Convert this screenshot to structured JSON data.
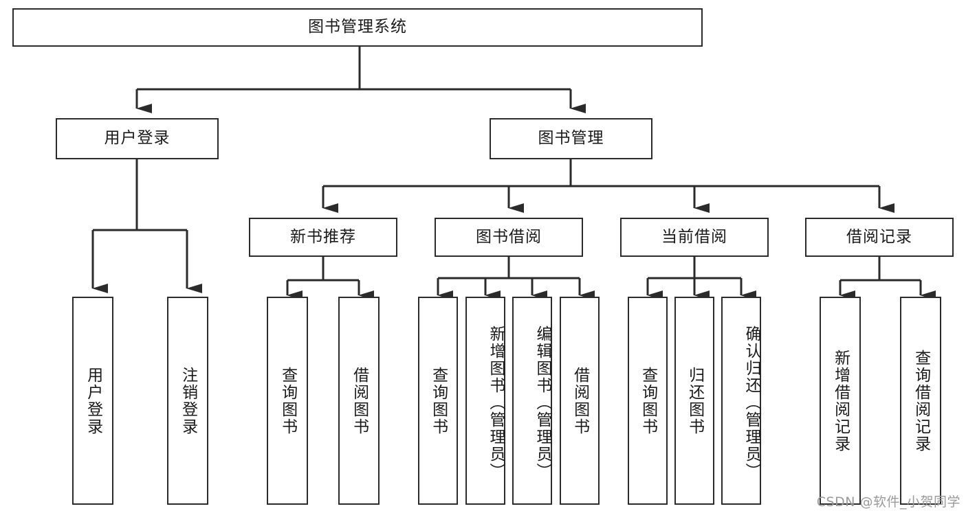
{
  "diagram": {
    "title": "图书管理系统",
    "type": "hierarchy-tree",
    "root": {
      "id": "root",
      "label": "图书管理系统"
    },
    "level2": [
      {
        "id": "user-login",
        "label": "用户登录"
      },
      {
        "id": "book-manage",
        "label": "图书管理"
      }
    ],
    "level3": [
      {
        "id": "new-book-recommend",
        "label": "新书推荐",
        "parent": "book-manage"
      },
      {
        "id": "book-borrow",
        "label": "图书借阅",
        "parent": "book-manage"
      },
      {
        "id": "current-borrow",
        "label": "当前借阅",
        "parent": "book-manage"
      },
      {
        "id": "borrow-record",
        "label": "借阅记录",
        "parent": "book-manage"
      }
    ],
    "leaves": {
      "user_login": [
        {
          "id": "leaf-user-login",
          "label": "用户登录"
        },
        {
          "id": "leaf-logout",
          "label": "注销登录"
        }
      ],
      "new_book_recommend": [
        {
          "id": "leaf-query-book-1",
          "label": "查询图书"
        },
        {
          "id": "leaf-borrow-book-1",
          "label": "借阅图书"
        }
      ],
      "book_borrow": [
        {
          "id": "leaf-query-book-2",
          "label": "查询图书"
        },
        {
          "id": "leaf-add-book",
          "label": "新增图书（管理员）"
        },
        {
          "id": "leaf-edit-book",
          "label": "编辑图书（管理员）"
        },
        {
          "id": "leaf-borrow-book-2",
          "label": "借阅图书"
        }
      ],
      "current_borrow": [
        {
          "id": "leaf-query-book-3",
          "label": "查询图书"
        },
        {
          "id": "leaf-return-book",
          "label": "归还图书"
        },
        {
          "id": "leaf-confirm-return",
          "label": "确认归还（管理员）"
        }
      ],
      "borrow_record": [
        {
          "id": "leaf-add-record",
          "label": "新增借阅记录"
        },
        {
          "id": "leaf-query-record",
          "label": "查询借阅记录"
        }
      ]
    },
    "colors": {
      "stroke": "#2b2b2b",
      "fill": "#ffffff",
      "text": "#1a1a1a",
      "watermark": "#9a9a9a"
    }
  },
  "watermark": {
    "text": "CSDN @软件_小贺同学"
  }
}
